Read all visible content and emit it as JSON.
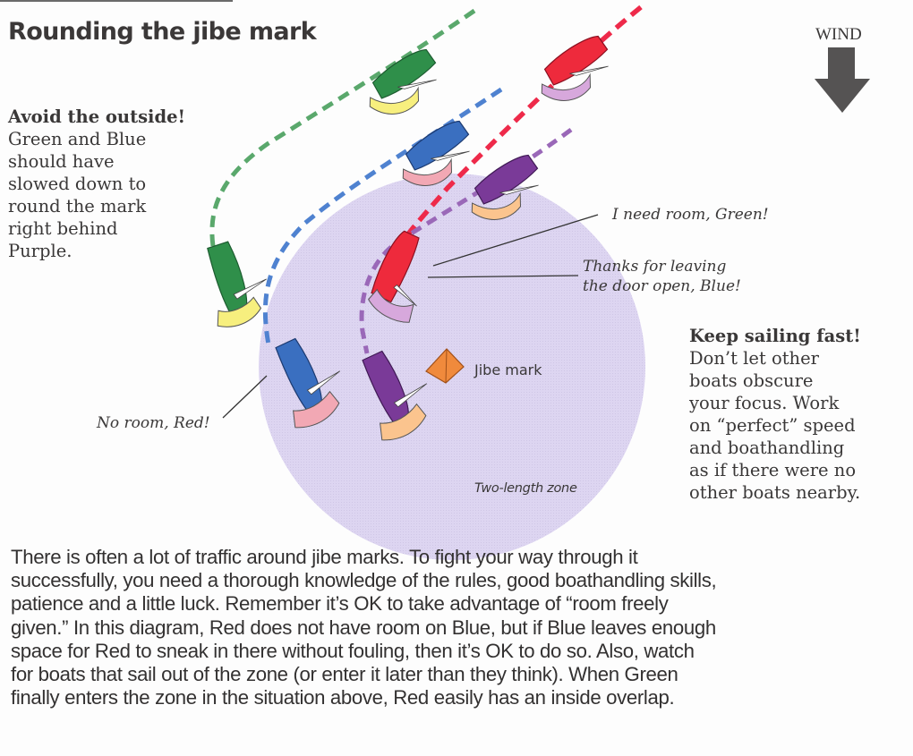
{
  "title": "Rounding the jibe mark",
  "wind": {
    "label": "WIND",
    "icon": "wind-arrow-down-icon",
    "direction": "down"
  },
  "sidebar_left": {
    "heading": "Avoid the outside!",
    "lines": [
      "Green and Blue",
      "should have",
      "slowed down to",
      "round the mark",
      "right behind",
      "Purple."
    ]
  },
  "sidebar_right": {
    "heading": "Keep sailing fast!",
    "lines": [
      "Don’t let other",
      "boats obscure",
      "your focus. Work",
      "on “perfect” speed",
      "and boathandling",
      "as if there were no",
      "other boats nearby."
    ]
  },
  "diagram": {
    "zone_label": "Two-length zone",
    "mark_label": "Jibe mark",
    "zone_color": "#dcd4f0",
    "mark_color": "#f08a3c",
    "callouts": {
      "red_to_green": "I need room, Green!",
      "red_to_blue": [
        "Thanks for leaving",
        "the door open, Blue!"
      ],
      "blue_to_red": "No room, Red!"
    },
    "boats": [
      {
        "name": "green",
        "hull": "#2f8f4a",
        "spinnaker": "#f7ef7e",
        "track": "#5aa86c"
      },
      {
        "name": "red",
        "hull": "#ee2a3c",
        "spinnaker": "#d7a8dc",
        "track": "#ee2a4a"
      },
      {
        "name": "blue",
        "hull": "#3a6fc0",
        "spinnaker": "#f2a8b4",
        "track": "#4f82d0"
      },
      {
        "name": "purple",
        "hull": "#7a3a98",
        "spinnaker": "#fbc48e",
        "track": "#9a68b8"
      }
    ]
  },
  "body": {
    "lines": [
      "There is often a lot of traffic around jibe marks. To fight your way through it",
      "successfully, you need a thorough knowledge of the rules, good boathandling skills,",
      "patience and a little luck. Remember it’s OK to take advantage of “room freely",
      "given.” In this diagram, Red does not have room on Blue, but if Blue leaves enough",
      "space for Red to sneak in there without fouling, then it’s OK to do so.  Also, watch",
      "for boats that sail out of the zone (or enter it later than they think). When Green",
      "finally enters the zone in the situation above, Red easily has an inside overlap."
    ]
  }
}
